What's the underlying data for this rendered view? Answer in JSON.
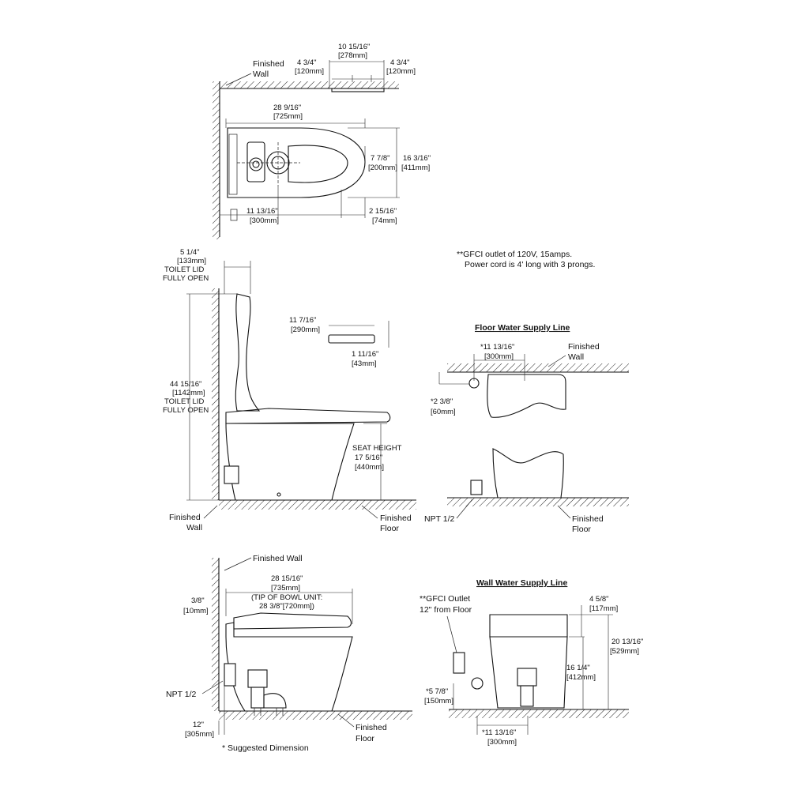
{
  "top_view": {
    "wall_label_1": "Finished",
    "wall_label_2": "Wall",
    "remote_total": "10 15/16\"",
    "remote_total_mm": "[278mm]",
    "remote_left": "4 3/4\"",
    "remote_left_mm": "[120mm]",
    "remote_right": "4 3/4\"",
    "remote_right_mm": "[120mm]",
    "length": "28 9/16\"",
    "length_mm": "[725mm]",
    "center_offset": "7 7/8\"",
    "center_offset_mm": "[200mm]",
    "width": "16 3/16\"",
    "width_mm": "[411mm]",
    "rough_in": "11 13/16\"",
    "rough_in_mm": "[300mm]",
    "tip": "2 15/16\"",
    "tip_mm": "[74mm]"
  },
  "side_view": {
    "lid_depth": "5 1/4\"",
    "lid_depth_mm": "[133mm]",
    "lid_label_1": "TOILET LID",
    "lid_label_2": "FULLY OPEN",
    "height": "44 15/16\"",
    "height_mm": "[1142mm]",
    "height_label_1": "TOILET LID",
    "height_label_2": "FULLY OPEN",
    "remote_width": "11 7/16\"",
    "remote_width_mm": "[290mm]",
    "remote_height": "1 11/16\"",
    "remote_height_mm": "[43mm]",
    "seat_label": "SEAT HEIGHT",
    "seat_height": "17 5/16\"",
    "seat_height_mm": "[440mm]",
    "wall_1": "Finished",
    "wall_2": "Wall",
    "floor_1": "Finished",
    "floor_2": "Floor"
  },
  "gfci_note": {
    "line1": "**GFCI outlet of 120V, 15amps.",
    "line2": "Power cord is 4' long with 3 prongs."
  },
  "floor_supply": {
    "title": "Floor Water Supply Line",
    "rough": "*11 13/16\"",
    "rough_mm": "[300mm]",
    "wall_1": "Finished",
    "wall_2": "Wall",
    "offset": "*2 3/8\"",
    "offset_mm": "[60mm]",
    "npt": "NPT 1/2",
    "floor_1": "Finished",
    "floor_2": "Floor"
  },
  "section_view": {
    "wall_label": "Finished Wall",
    "length": "28 15/16\"",
    "length_mm": "[735mm]",
    "tip_1": "(TIP OF BOWL UNIT:",
    "tip_2": "28 3/8\"[720mm])",
    "gap": "3/8\"",
    "gap_mm": "[10mm]",
    "npt": "NPT 1/2",
    "supply": "12\"",
    "supply_mm": "[305mm]",
    "floor_1": "Finished",
    "floor_2": "Floor",
    "suggested": "* Suggested Dimension"
  },
  "wall_supply": {
    "title": "Wall Water Supply Line",
    "gfci_1": "**GFCI Outlet",
    "gfci_2": "12\" from Floor",
    "top": "4 5/8\"",
    "top_mm": "[117mm]",
    "total": "20 13/16\"",
    "total_mm": "[529mm]",
    "mid": "16 1/4\"",
    "mid_mm": "[412mm]",
    "pipe": "*5 7/8\"",
    "pipe_mm": "[150mm]",
    "rough": "*11 13/16\"",
    "rough_mm": "[300mm]"
  }
}
